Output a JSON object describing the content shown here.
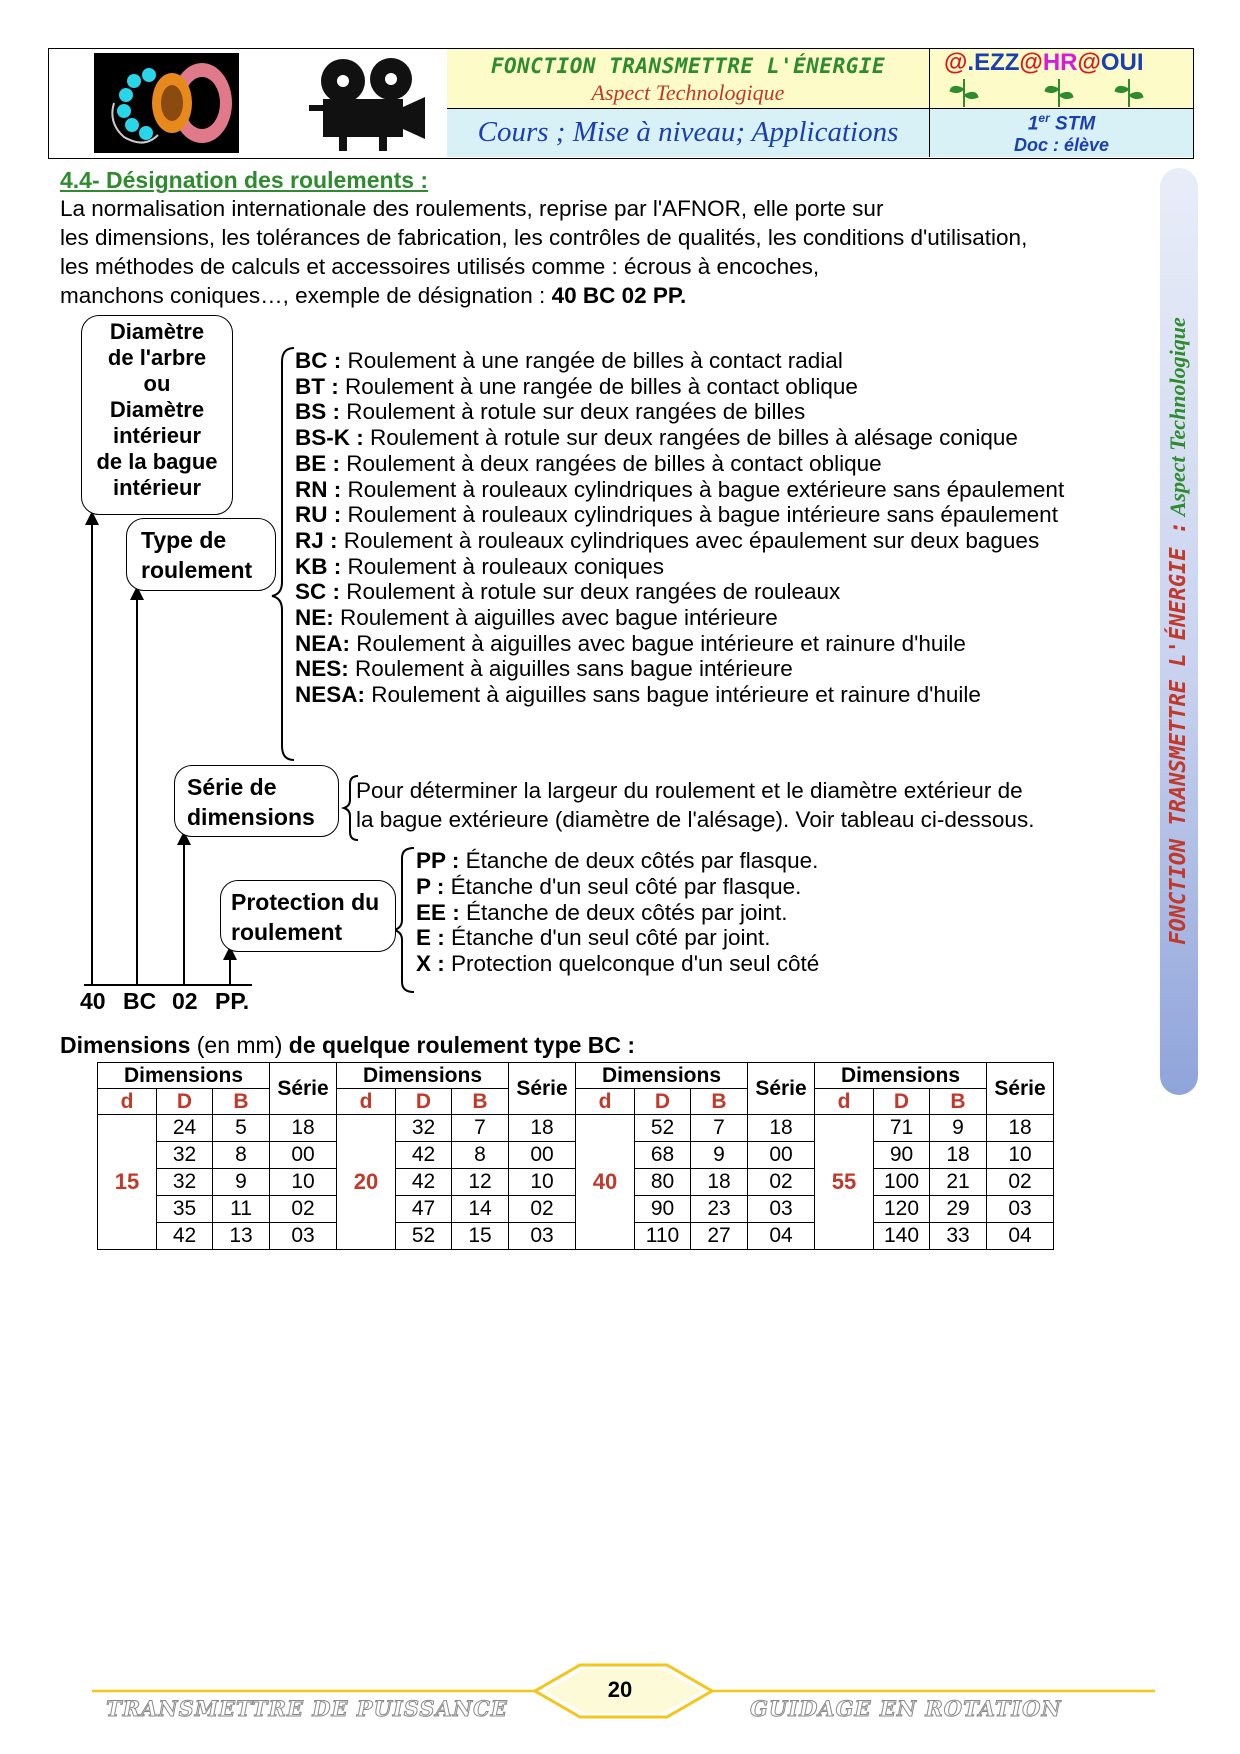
{
  "header": {
    "fonction": "FONCTION TRANSMETTRE L'ÉNERGIE",
    "aspect": "Aspect Technologique",
    "cours": "Cours ; Mise à niveau; Applications",
    "author_parts": [
      "@",
      ".EZZ",
      "@",
      "HR",
      "@",
      "OUI"
    ],
    "level_num": "1",
    "level_sup": "er",
    "level_name": " STM",
    "doc": "Doc : élève"
  },
  "side_banner": {
    "red_text": "FONCTION TRANSMETTRE L'ÉNERGIE :",
    "green_text": " Aspect Technologique"
  },
  "section": {
    "title": "4.4- Désignation des roulements :",
    "intro_lines": [
      " La normalisation internationale des roulements, reprise par l'AFNOR, elle porte sur",
      "les dimensions, les tolérances de fabrication, les contrôles de qualités, les conditions d'utilisation,",
      "les méthodes de calculs et accessoires utilisés comme : écrous à encoches,",
      "manchons coniques…, exemple de désignation : "
    ],
    "example": "40  BC  02  PP."
  },
  "diagram": {
    "box_diametre": [
      "Diamètre",
      "de l'arbre",
      "ou",
      "Diamètre",
      "intérieur",
      "de la bague",
      "intérieur"
    ],
    "box_type": [
      "Type de",
      "roulement"
    ],
    "box_serie": [
      "Série de",
      "dimensions"
    ],
    "box_protection": [
      "Protection du",
      "roulement"
    ],
    "types": [
      {
        "code": "BC :",
        "text": " Roulement à une rangée de billes à contact radial"
      },
      {
        "code": "BT :",
        "text": " Roulement à une rangée de billes à contact oblique"
      },
      {
        "code": "BS :",
        "text": " Roulement à rotule sur deux rangées de billes"
      },
      {
        "code": "BS-K :",
        "text": " Roulement à rotule sur deux rangées de billes à alésage conique"
      },
      {
        "code": "BE :",
        "text": " Roulement à deux rangées de billes à contact oblique"
      },
      {
        "code": "RN :",
        "text": " Roulement à rouleaux cylindriques à bague extérieure sans épaulement"
      },
      {
        "code": "RU :",
        "text": " Roulement à rouleaux cylindriques à bague intérieure sans épaulement"
      },
      {
        "code": "RJ :",
        "text": " Roulement à rouleaux cylindriques avec épaulement sur deux bagues"
      },
      {
        "code": "KB :",
        "text": " Roulement à rouleaux coniques"
      },
      {
        "code": "SC :",
        "text": " Roulement à rotule sur deux rangées de rouleaux"
      },
      {
        "code": "NE:",
        "text": " Roulement à aiguilles avec bague intérieure"
      },
      {
        "code": "NEA:",
        "text": " Roulement à aiguilles avec bague intérieure et rainure d'huile"
      },
      {
        "code": " NES:",
        "text": " Roulement à aiguilles sans bague intérieure"
      },
      {
        "code": "NESA:",
        "text": " Roulement à aiguilles sans bague intérieure et rainure d'huile"
      }
    ],
    "serie_lines": [
      "Pour déterminer la largeur du roulement et le diamètre extérieur de",
      "la bague extérieure (diamètre de l'alésage). Voir tableau ci-dessous."
    ],
    "protections": [
      {
        "code": "PP :",
        "text": " Étanche de deux côtés par flasque."
      },
      {
        "code": "P :",
        "text": " Étanche d'un seul côté par flasque."
      },
      {
        "code": "EE :",
        "text": " Étanche de deux côtés par joint."
      },
      {
        "code": "E :",
        "text": " Étanche d'un seul côté par joint."
      },
      {
        "code": "X :",
        "text": " Protection quelconque d'un seul côté"
      }
    ],
    "code_parts": [
      "40",
      "BC",
      "02",
      "PP."
    ]
  },
  "table": {
    "title_bold1": "Dimensions",
    "title_normal": " (en mm) ",
    "title_bold2": "de quelque roulement type BC :",
    "group_header": "Dimensions",
    "serie_header": "Série",
    "sub_headers": [
      "d",
      "D",
      "B"
    ],
    "groups": [
      {
        "d": "15",
        "rows": [
          [
            "24",
            "5",
            "18"
          ],
          [
            "32",
            "8",
            "00"
          ],
          [
            "32",
            "9",
            "10"
          ],
          [
            "35",
            "11",
            "02"
          ],
          [
            "42",
            "13",
            "03"
          ]
        ]
      },
      {
        "d": "20",
        "rows": [
          [
            "32",
            "7",
            "18"
          ],
          [
            "42",
            "8",
            "00"
          ],
          [
            "42",
            "12",
            "10"
          ],
          [
            "47",
            "14",
            "02"
          ],
          [
            "52",
            "15",
            "03"
          ]
        ]
      },
      {
        "d": "40",
        "rows": [
          [
            "52",
            "7",
            "18"
          ],
          [
            "68",
            "9",
            "00"
          ],
          [
            "80",
            "18",
            "02"
          ],
          [
            "90",
            "23",
            "03"
          ],
          [
            "110",
            "27",
            "04"
          ]
        ]
      },
      {
        "d": "55",
        "rows": [
          [
            "71",
            "9",
            "18"
          ],
          [
            "90",
            "18",
            "10"
          ],
          [
            "100",
            "21",
            "02"
          ],
          [
            "120",
            "29",
            "03"
          ],
          [
            "140",
            "33",
            "04"
          ]
        ]
      }
    ]
  },
  "footer": {
    "left": "TRANSMETTRE DE PUISSANCE",
    "right": "GUIDAGE EN ROTATION",
    "page": "20"
  },
  "colors": {
    "green": "#2e8b2e",
    "red": "#c0392b",
    "blue": "#1a3fb0",
    "header_yellow": "#fdfcc8",
    "header_cyan": "#d8f1f7",
    "footer_gold": "#f5c518"
  }
}
